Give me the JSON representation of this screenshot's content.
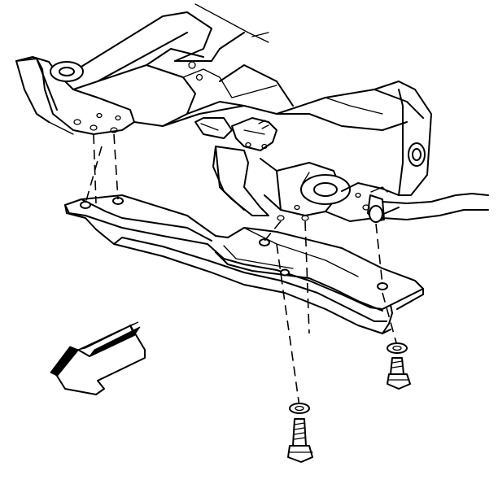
{
  "diagram": {
    "labels": [],
    "parts": [
      {
        "name": "front-crossmember"
      },
      {
        "name": "skid-plate"
      },
      {
        "name": "stabilizer-bar"
      },
      {
        "name": "mounting-bolt"
      },
      {
        "name": "washer"
      }
    ],
    "forward_arrow": {
      "direction": "front-of-vehicle"
    },
    "colors": {
      "line": "#000000",
      "background": "#ffffff"
    }
  }
}
